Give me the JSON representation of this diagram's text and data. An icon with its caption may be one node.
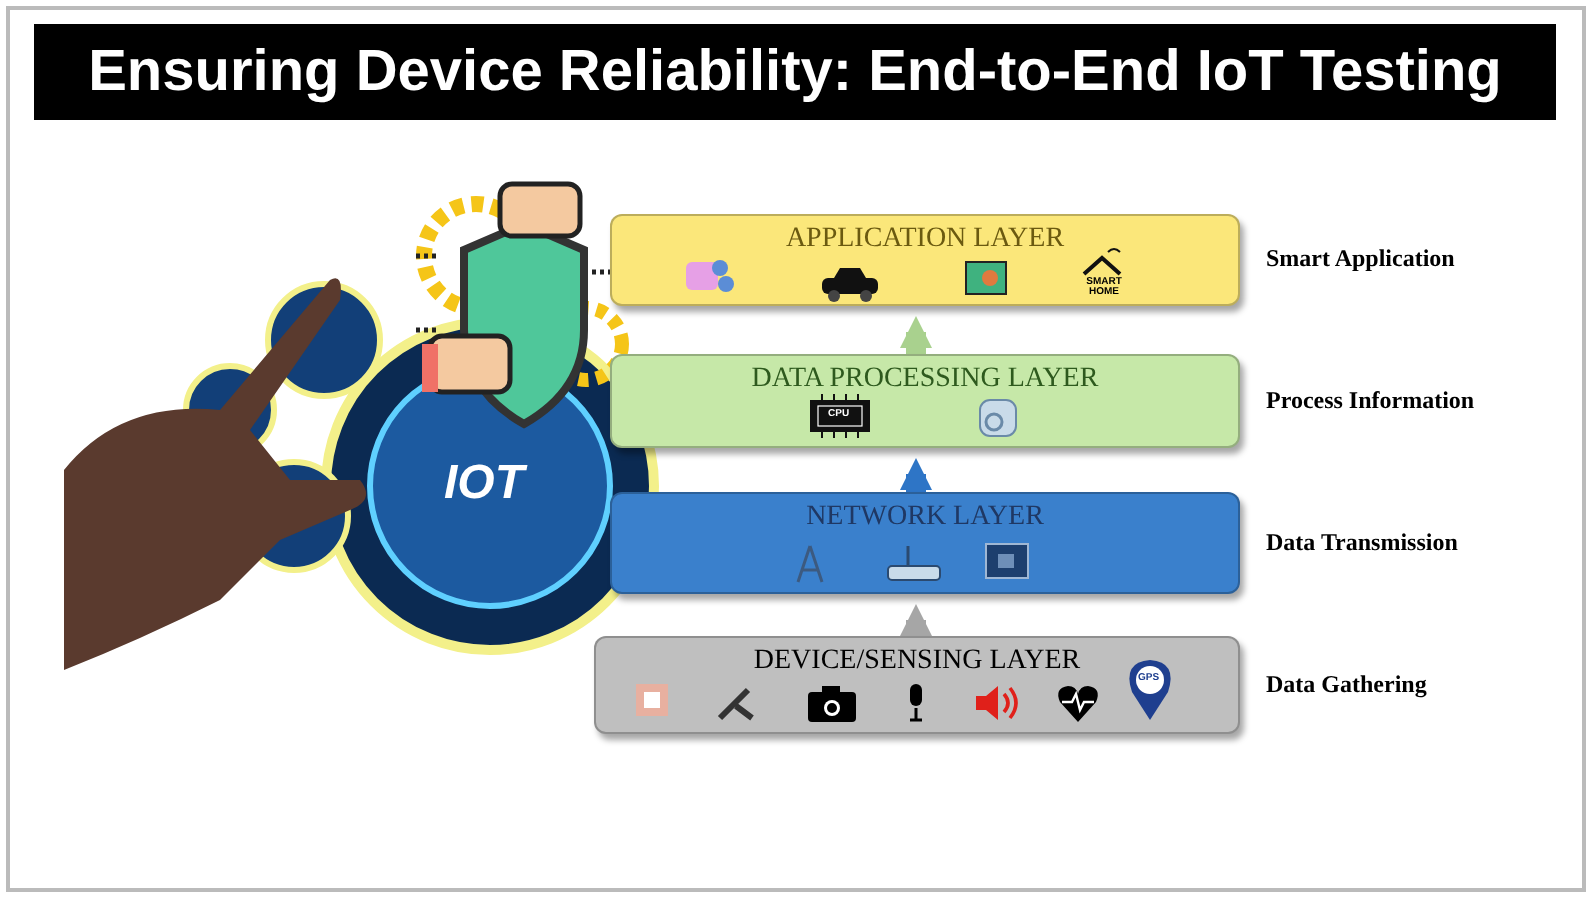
{
  "diagram": {
    "title": "Ensuring Device Reliability: End-to-End IoT Testing",
    "nodes": [
      {
        "text": [
          "APPLICATION LAYER"
        ],
        "beside": [
          "Smart Application"
        ]
      },
      {
        "text": [
          "DATA PROCESSING LAYER"
        ],
        "beside": [
          "Process Information"
        ]
      },
      {
        "text": [
          "NETWORK LAYER"
        ],
        "beside": [
          "Data Transmission"
        ]
      },
      {
        "text": [
          "DEVICE/SENSING LAYER"
        ],
        "beside": [
          "Data Gathering"
        ]
      }
    ],
    "edges": [
      {
        "from": 3,
        "to": 2,
        "arrow": "to",
        "color": "#a6a6a6"
      },
      {
        "from": 2,
        "to": 1,
        "arrow": "to",
        "color": "#2e75c6"
      },
      {
        "from": 1,
        "to": 0,
        "arrow": "to",
        "color": "#a9d18e"
      }
    ],
    "labels": [
      "IOT",
      "SMART HOME",
      "CPU",
      "GPS"
    ]
  }
}
